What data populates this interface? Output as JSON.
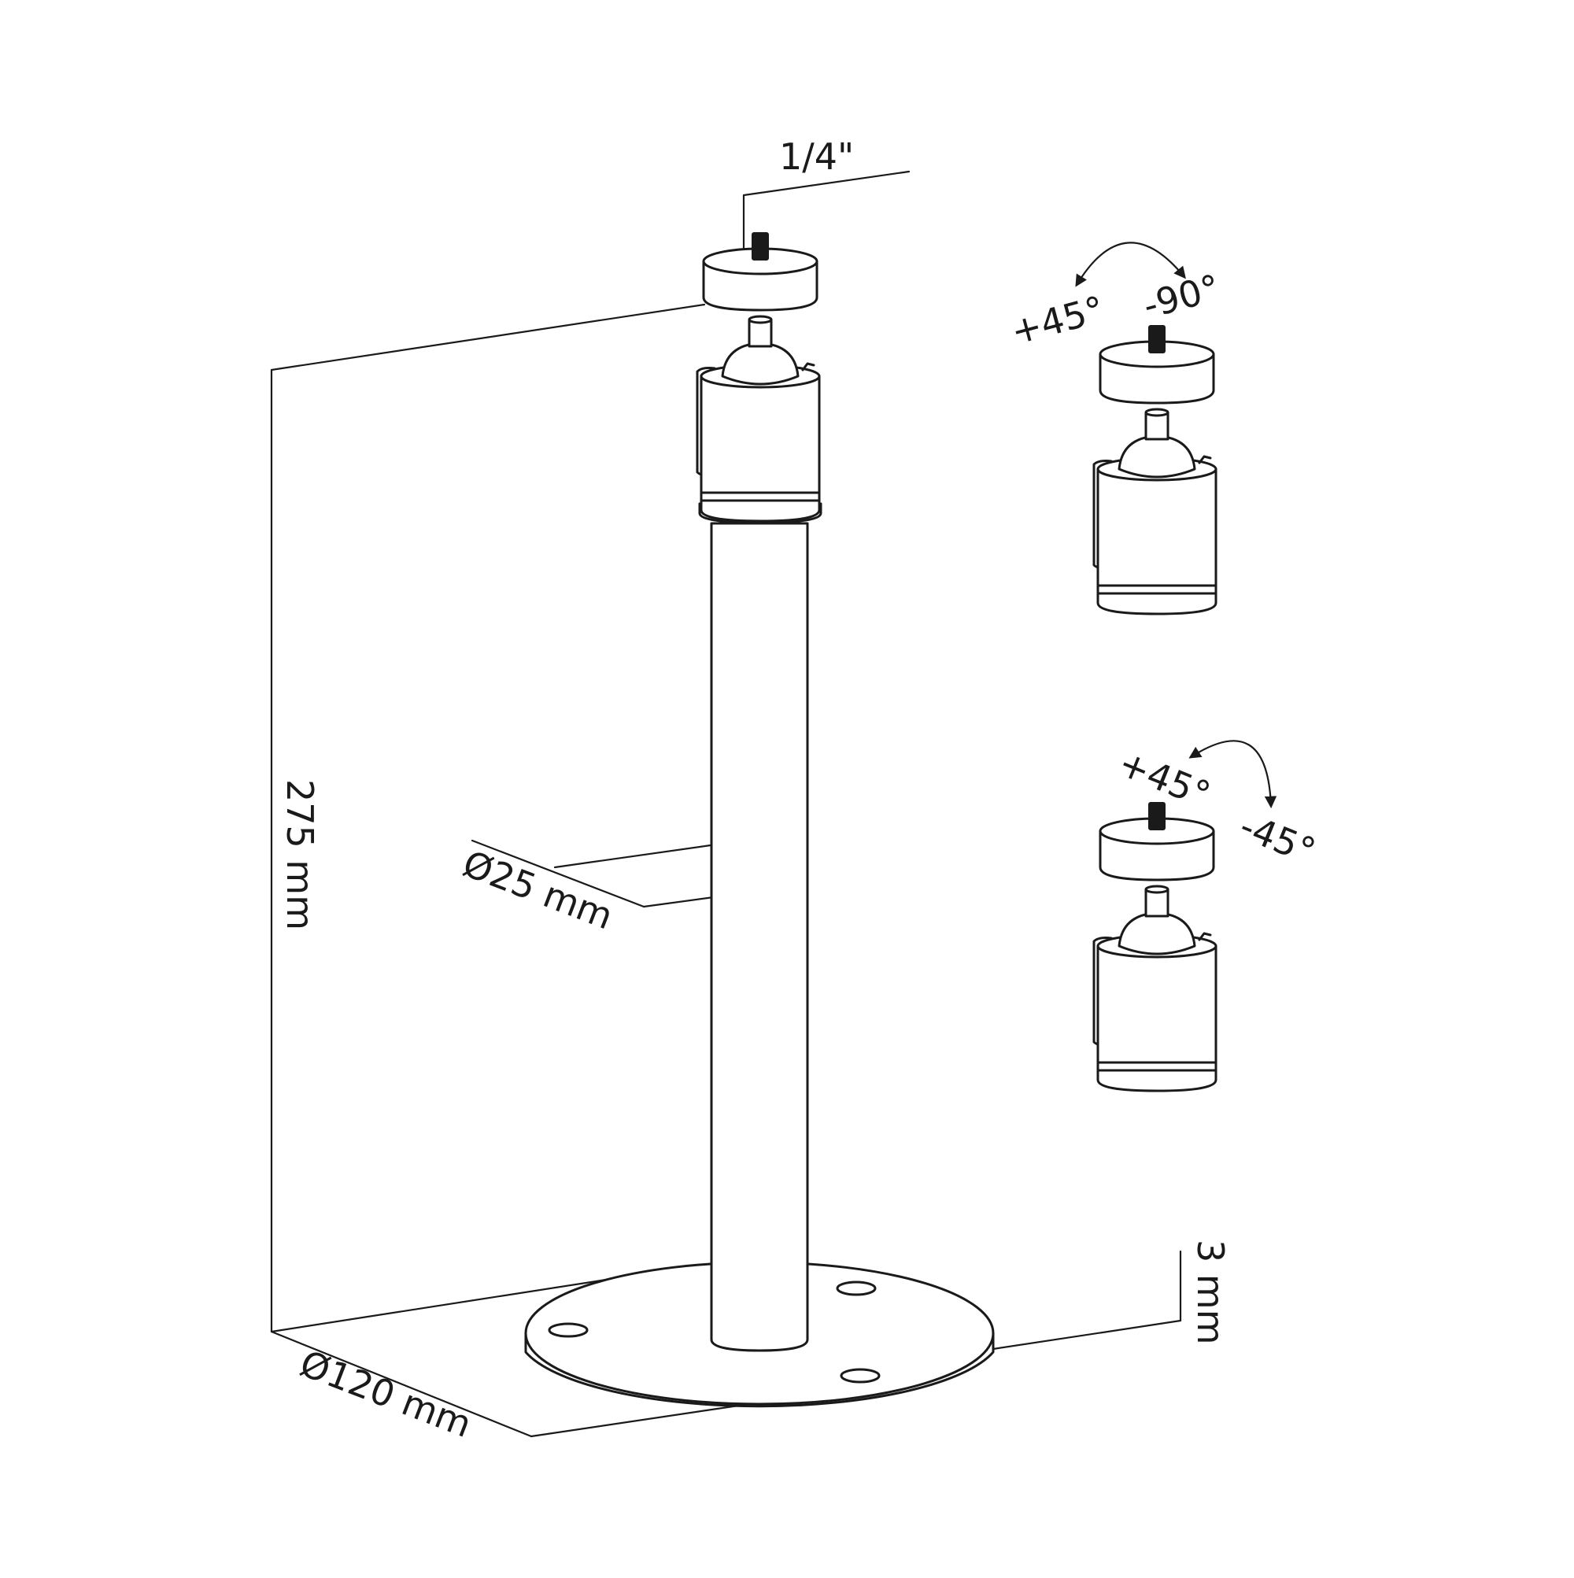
{
  "labels": {
    "thread": "1/4\"",
    "height": "275 mm",
    "tube_diameter": "Ø25 mm",
    "base_diameter": "Ø120 mm",
    "base_thickness": "3 mm"
  },
  "tilt_views": [
    {
      "plus": "+45°",
      "minus": "-90°"
    },
    {
      "plus": "+45°",
      "minus": "-45°"
    }
  ],
  "colors": {
    "line": "#1a1a1a",
    "background": "#ffffff"
  }
}
